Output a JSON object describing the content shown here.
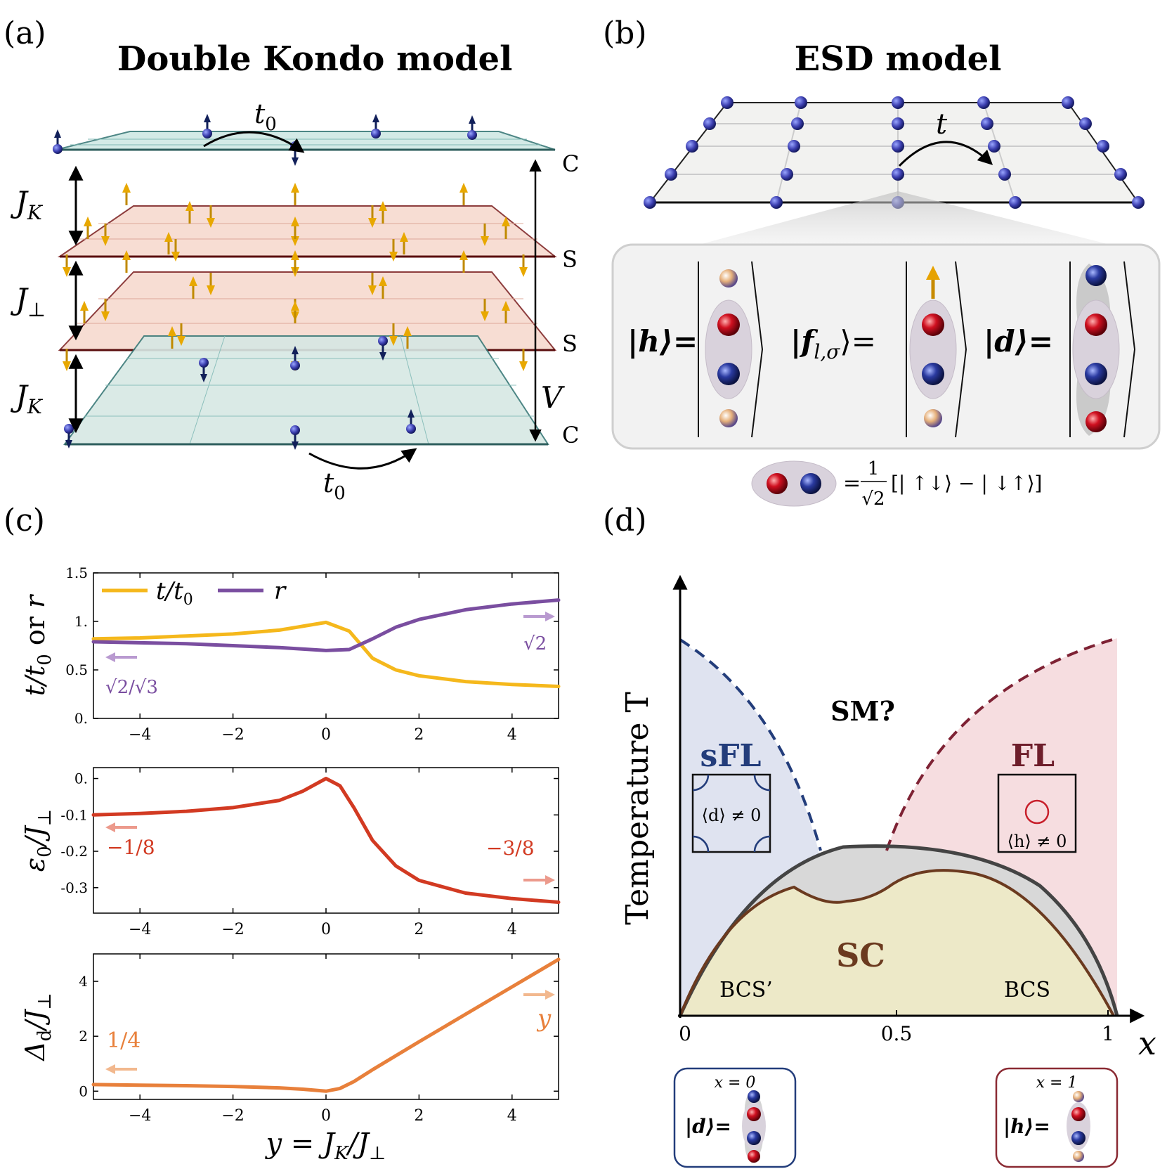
{
  "panels": {
    "a": {
      "letter": "(a)",
      "title": "Double Kondo model",
      "layer_labels": [
        "C",
        "S",
        "S",
        "C"
      ],
      "hop_label": "t",
      "hop_sub": "0",
      "coupling_labels": [
        {
          "main": "J",
          "sub": "K"
        },
        {
          "main": "J",
          "sub": "⊥"
        },
        {
          "main": "J",
          "sub": "K"
        }
      ],
      "voltage_label": "V"
    },
    "b": {
      "letter": "(b)",
      "title": "ESD model",
      "hop_label": "t",
      "states": [
        {
          "ket": "|h⟩=",
          "name": "h"
        },
        {
          "ket": "|f",
          "sub": "l,σ",
          "ket_end": "⟩=",
          "name": "f"
        },
        {
          "ket": "|d⟩=",
          "name": "d"
        }
      ],
      "singlet_eq": "=",
      "singlet_frac_num": "1",
      "singlet_frac_den": "√2",
      "singlet_rhs": "[| ↑↓⟩ − | ↓↑⟩]"
    },
    "c": {
      "letter": "(c)"
    },
    "d": {
      "letter": "(d)",
      "ylabel": "Temperature T",
      "xlabel": "x",
      "xticks": [
        "0",
        "0.5",
        "1"
      ],
      "regions": {
        "sm": "SM?",
        "sfl": "sFL",
        "fl": "FL",
        "sc": "SC",
        "bcs_prime": "BCS’",
        "bcs": "BCS"
      },
      "inset_sfl": "⟨d⟩ ≠ 0",
      "inset_fl": "⟨h⟩ ≠ 0",
      "bottom_left": {
        "x": "x = 0",
        "ket": "|d⟩="
      },
      "bottom_right": {
        "x": "x = 1",
        "ket": "|h⟩="
      },
      "colors": {
        "sfl": "#233d7b",
        "fl": "#6e1e2b",
        "sc": "#6b3a1f"
      }
    }
  },
  "chart_data": [
    {
      "type": "line",
      "ylabel": "t/t0 or r",
      "xlim": [
        -5,
        5
      ],
      "ylim": [
        0,
        1.5
      ],
      "xticks": [
        -4,
        -2,
        0,
        2,
        4
      ],
      "yticks": [
        0.0,
        0.5,
        1.0,
        1.5
      ],
      "ytick_labels": [
        "0.",
        "0.5",
        "1.",
        "1.5"
      ],
      "legend": {
        "placement": "top-left",
        "entries": [
          "t/t0",
          "r"
        ]
      },
      "annotations": [
        "√2/√3",
        "√2"
      ],
      "series": [
        {
          "name": "t/t0",
          "color": "#f5b81c",
          "x": [
            -5,
            -4,
            -3,
            -2,
            -1,
            -0.5,
            0,
            0.5,
            1,
            1.5,
            2,
            3,
            4,
            5
          ],
          "y": [
            0.82,
            0.83,
            0.85,
            0.87,
            0.91,
            0.95,
            0.99,
            0.9,
            0.62,
            0.5,
            0.44,
            0.38,
            0.35,
            0.33
          ]
        },
        {
          "name": "r",
          "color": "#7a4ea0",
          "x": [
            -5,
            -4,
            -3,
            -2,
            -1,
            0,
            0.5,
            1,
            1.5,
            2,
            3,
            4,
            5
          ],
          "y": [
            0.79,
            0.78,
            0.77,
            0.75,
            0.73,
            0.7,
            0.71,
            0.82,
            0.94,
            1.02,
            1.12,
            1.18,
            1.22
          ]
        }
      ]
    },
    {
      "type": "line",
      "ylabel": "ε0/J⊥",
      "xlim": [
        -5,
        5
      ],
      "ylim": [
        -0.37,
        0.03
      ],
      "xticks": [
        -4,
        -2,
        0,
        2,
        4
      ],
      "yticks": [
        0.0,
        -0.1,
        -0.2,
        -0.3
      ],
      "ytick_labels": [
        "0.",
        "-0.1",
        "-0.2",
        "-0.3"
      ],
      "annotations": [
        "−1/8",
        "−3/8"
      ],
      "series": [
        {
          "name": "",
          "color": "#d23a22",
          "x": [
            -5,
            -4,
            -3,
            -2,
            -1,
            -0.5,
            0,
            0.3,
            0.6,
            1,
            1.5,
            2,
            3,
            4,
            5
          ],
          "y": [
            -0.1,
            -0.096,
            -0.09,
            -0.08,
            -0.06,
            -0.035,
            0.0,
            -0.02,
            -0.08,
            -0.17,
            -0.24,
            -0.28,
            -0.315,
            -0.33,
            -0.34
          ]
        }
      ]
    },
    {
      "type": "line",
      "ylabel": "Δd/J⊥",
      "xlabel": "y = JK/J⊥",
      "xlim": [
        -5,
        5
      ],
      "ylim": [
        -0.3,
        5.0
      ],
      "xticks": [
        -4,
        -2,
        0,
        2,
        4
      ],
      "yticks": [
        0,
        2,
        4
      ],
      "ytick_labels": [
        "0",
        "2",
        "4"
      ],
      "annotations": [
        "1/4",
        "y"
      ],
      "series": [
        {
          "name": "",
          "color": "#e8803b",
          "x": [
            -5,
            -4,
            -3,
            -2,
            -1,
            -0.5,
            0,
            0.3,
            0.6,
            1,
            2,
            3,
            4,
            5
          ],
          "y": [
            0.24,
            0.22,
            0.2,
            0.17,
            0.12,
            0.07,
            0.0,
            0.1,
            0.35,
            0.78,
            1.8,
            2.8,
            3.8,
            4.8
          ]
        }
      ]
    }
  ]
}
